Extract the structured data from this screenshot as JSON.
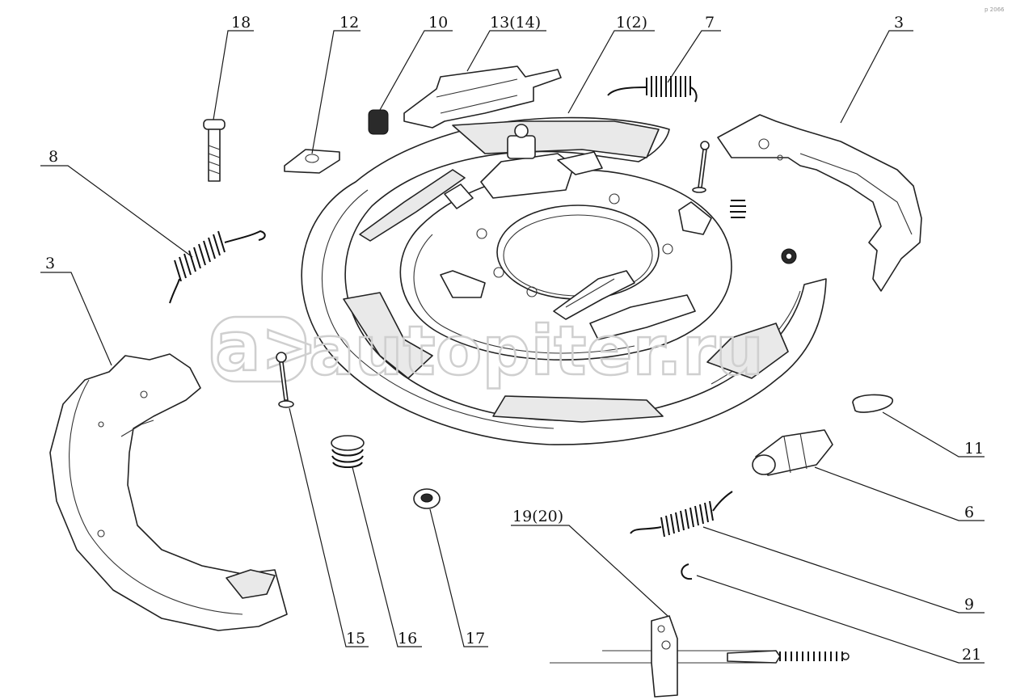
{
  "watermark": "autopiter.ru",
  "watermark_logo": "a>",
  "corner_stamp": "p 2066",
  "callouts": [
    {
      "id": "18",
      "text": "18"
    },
    {
      "id": "12",
      "text": "12"
    },
    {
      "id": "10",
      "text": "10"
    },
    {
      "id": "13",
      "text": "13(14)"
    },
    {
      "id": "1",
      "text": "1(2)"
    },
    {
      "id": "7",
      "text": "7"
    },
    {
      "id": "3-top",
      "text": "3"
    },
    {
      "id": "8",
      "text": "8"
    },
    {
      "id": "3-left",
      "text": "3"
    },
    {
      "id": "11",
      "text": "11"
    },
    {
      "id": "6",
      "text": "6"
    },
    {
      "id": "19",
      "text": "19(20)"
    },
    {
      "id": "9",
      "text": "9"
    },
    {
      "id": "21",
      "text": "21"
    },
    {
      "id": "15",
      "text": "15"
    },
    {
      "id": "16",
      "text": "16"
    },
    {
      "id": "17",
      "text": "17"
    }
  ],
  "colors": {
    "line": "#222222",
    "background": "#ffffff",
    "watermark": "#cfcfcf"
  }
}
